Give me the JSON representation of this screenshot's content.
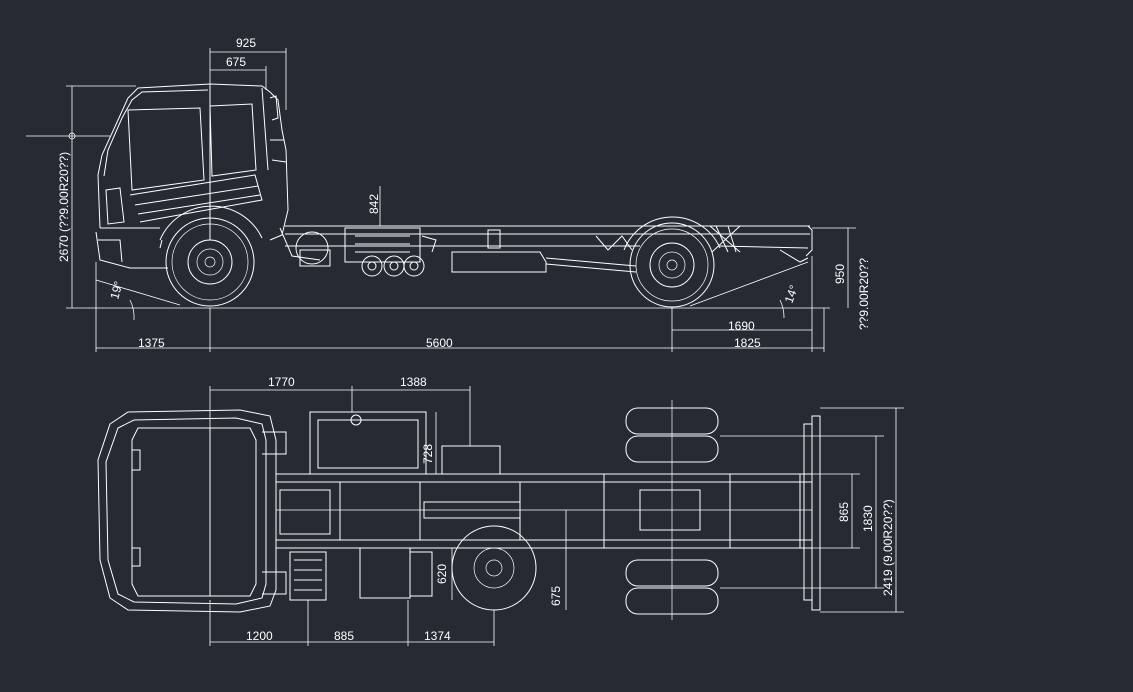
{
  "colors": {
    "background": "#252a33",
    "lines": "#ffffff"
  },
  "side_view": {
    "dim_top_925": "925",
    "dim_top_675": "675",
    "dim_frame_842": "842",
    "dim_height": "2670 (??9.00R20??)",
    "dim_front_tire": "??9.00R20??",
    "dim_rear_tire": "??9.00R20??",
    "dim_frame_950": "950",
    "angle_front": "19°",
    "angle_rear": "14°",
    "dim_rear_1690": "1690",
    "dim_front_overhang": "1375",
    "dim_wheelbase": "5600",
    "dim_rear_overhang": "1825"
  },
  "top_view": {
    "dim_1770": "1770",
    "dim_1388": "1388",
    "dim_728": "728",
    "dim_865": "865",
    "dim_1830": "1830",
    "dim_2419": "2419 (9.00R20??)",
    "dim_620": "620",
    "dim_675": "675",
    "dim_1200": "1200",
    "dim_885": "885",
    "dim_1374": "1374"
  }
}
